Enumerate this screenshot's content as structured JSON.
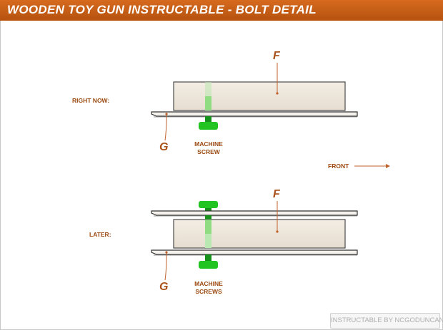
{
  "header": {
    "title": "WOODEN TOY GUN INSTRUCTABLE - BOLT DETAIL"
  },
  "diagram": {
    "now": {
      "state_label": "RIGHT NOW:",
      "part_f": "F",
      "part_g": "G",
      "screw_label_line1": "MACHINE",
      "screw_label_line2": "SCREW"
    },
    "later": {
      "state_label": "LATER:",
      "part_f": "F",
      "part_g": "G",
      "screw_label_line1": "MACHINE",
      "screw_label_line2": "SCREWS"
    },
    "direction_label": "FRONT"
  },
  "footer": {
    "credit": "INSTRUCTABLE BY NCGODUNCAN"
  },
  "colors": {
    "header": "#c35d16",
    "label": "#9b4a12",
    "screw": "#22c422",
    "wood_block": "#efe8de",
    "arrow": "#c0602a"
  }
}
